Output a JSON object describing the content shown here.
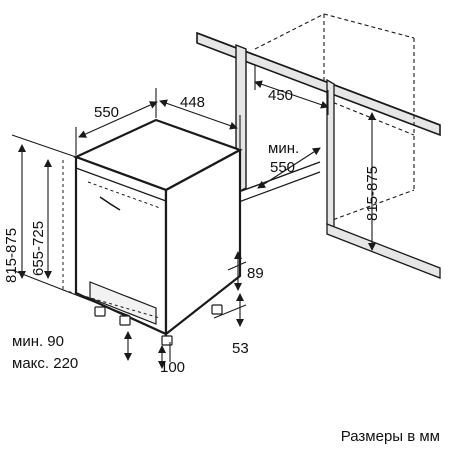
{
  "colors": {
    "line": "#1a1a1a",
    "panel": "#e6e6e6",
    "background": "#ffffff"
  },
  "dimensions": {
    "depth": "550",
    "width": "448",
    "niche_width": "450",
    "niche_depth_min_label": "мин.",
    "niche_depth_min_value": "550",
    "height_range": "815-875",
    "height_range_niche": "815-875",
    "door_height_range": "655-725",
    "plinth_height": "89",
    "plinth_offset": "53",
    "plinth_gap_min": "мин. 90",
    "plinth_gap_max": "макс. 220",
    "foot_depth": "100"
  },
  "caption": "Размеры в мм"
}
